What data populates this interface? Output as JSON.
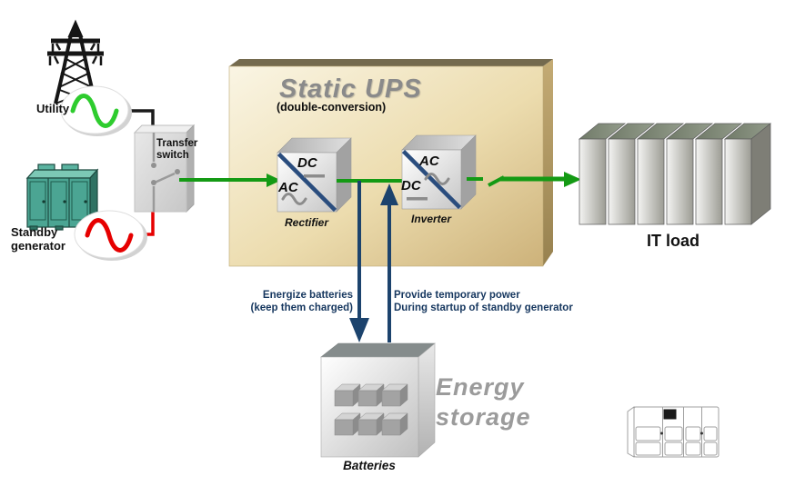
{
  "colors": {
    "power_green": "#149a14",
    "utility_wave_green": "#2ecc2e",
    "generator_wave_red": "#e60000",
    "battery_flow_navy": "#1c436d",
    "annotation_navy": "#16375f",
    "ups_box_tan": "#e9d9ad",
    "title_gray": "#8a8a8a"
  },
  "icons": {
    "utility_source": "transmission-tower-icon",
    "utility_wave": "ac-sine-wave-icon",
    "standby_generator": "generator-cabinet-icon",
    "generator_wave": "ac-sine-wave-icon",
    "it_load": "server-racks-icon",
    "batteries": "battery-cells-icon",
    "bottom_right": "ups-cabinet-outline-icon"
  },
  "sources": {
    "utility_label": "Utility",
    "generator_label_line1": "Standby",
    "generator_label_line2": "generator"
  },
  "transfer_switch": {
    "label_line1": "Transfer",
    "label_line2": "switch"
  },
  "ups": {
    "title": "Static UPS",
    "subtitle": "(double-conversion)",
    "rectifier": {
      "name": "Rectifier",
      "dc_side": "DC",
      "ac_side": "AC"
    },
    "inverter": {
      "name": "Inverter",
      "ac_side": "AC",
      "dc_side": "DC"
    }
  },
  "it_load": {
    "label": "IT load"
  },
  "energy_storage": {
    "title_line1": "Energy",
    "title_line2": "storage",
    "box_label": "Batteries"
  },
  "annotations": {
    "charge_line1": "Energize batteries",
    "charge_line2": "(keep them charged)",
    "discharge_line1": "Provide temporary power",
    "discharge_line2": "During startup of standby generator"
  }
}
